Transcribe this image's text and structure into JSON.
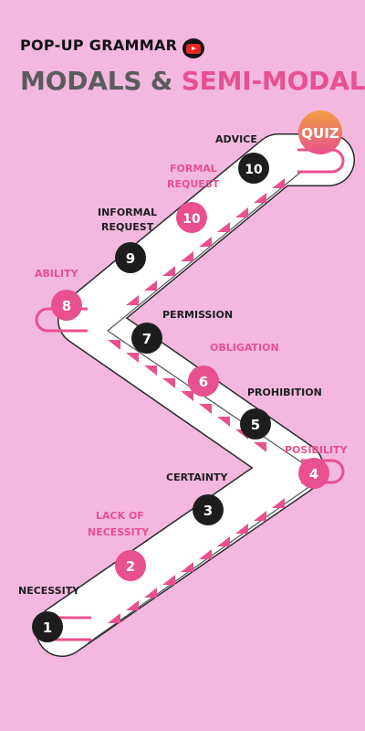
{
  "header": {
    "brand": "POP-UP GRAMMAR",
    "title_part1": "MODALS &",
    "title_part2": "SEMI-MODALS",
    "brand_icon": "youtube-play-icon"
  },
  "quiz_label": "QUIZ",
  "colors": {
    "background": "#f2b8de",
    "pink": "#e8508f",
    "dark": "#1d1d1d",
    "title_grey": "#5b5b5b"
  },
  "steps": [
    {
      "number": "1",
      "label": "NECESSITY",
      "style": "dark"
    },
    {
      "number": "2",
      "label": "LACK OF NECESSITY",
      "style": "pink"
    },
    {
      "number": "3",
      "label": "CERTAINTY",
      "style": "dark"
    },
    {
      "number": "4",
      "label": "POSIBILITY",
      "style": "pink"
    },
    {
      "number": "5",
      "label": "PROHIBITION",
      "style": "dark"
    },
    {
      "number": "6",
      "label": "OBLIGATION",
      "style": "pink"
    },
    {
      "number": "7",
      "label": "PERMISSION",
      "style": "dark"
    },
    {
      "number": "8",
      "label": "ABILITY",
      "style": "pink"
    },
    {
      "number": "9",
      "label": "INFORMAL REQUEST",
      "style": "dark"
    },
    {
      "number": "10",
      "label": "FORMAL REQUEST",
      "style": "pink"
    },
    {
      "number": "10",
      "label": "ADVICE",
      "style": "dark"
    }
  ]
}
